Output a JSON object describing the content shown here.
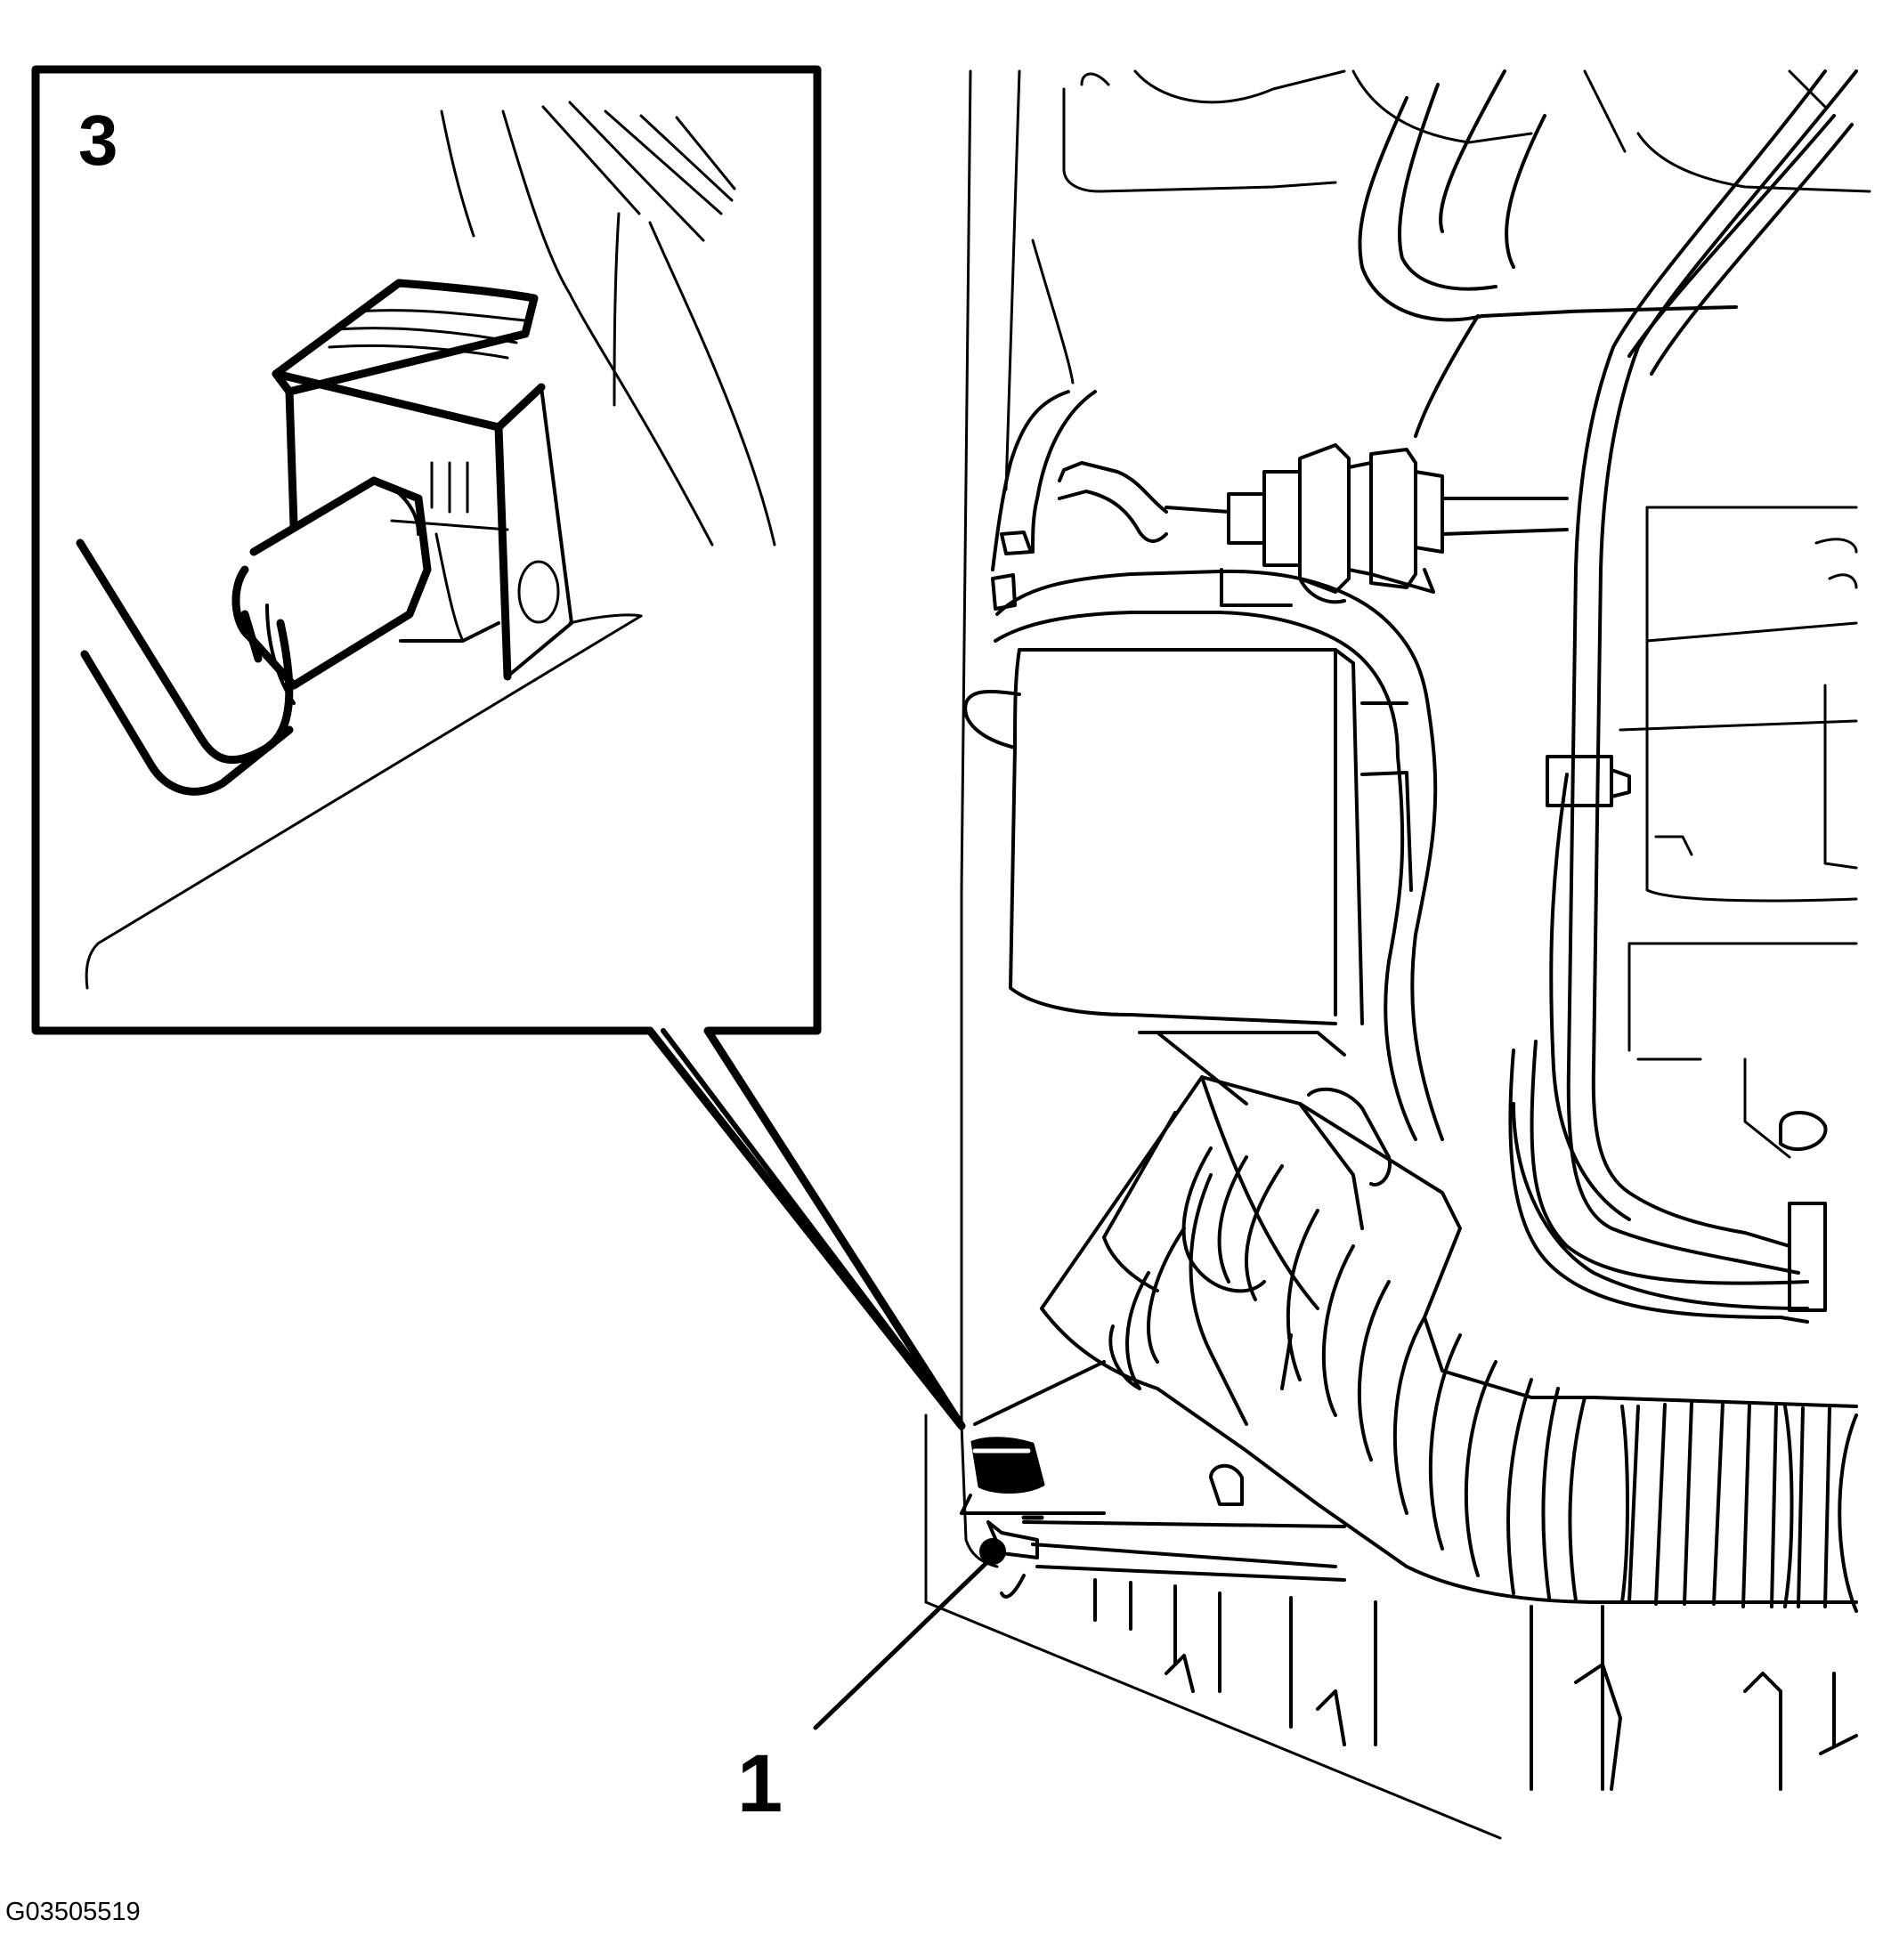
{
  "labels": {
    "inset_number": "3",
    "callout_number": "1",
    "figure_code": "G03505519"
  },
  "colors": {
    "line": "#000000",
    "background": "#ffffff"
  }
}
